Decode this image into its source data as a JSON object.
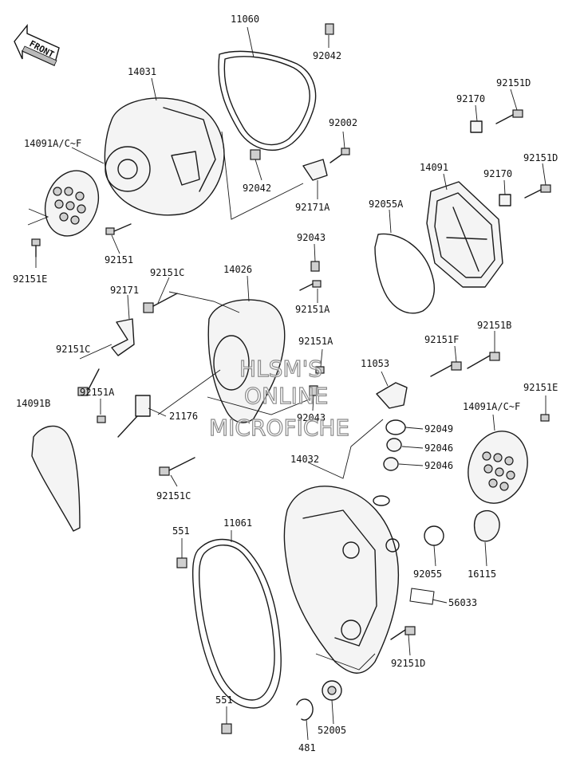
{
  "front_arrow": {
    "label": "FRONT"
  },
  "labels": {
    "l11060": "11060",
    "l92042a": "92042",
    "l14031": "14031",
    "l14091acf_top": "14091A/C~F",
    "l92042b": "92042",
    "l92002": "92002",
    "l92171a": "92171A",
    "l92151": "92151",
    "l92151e_left": "92151E",
    "l92151d_top": "92151D",
    "l92170_top": "92170",
    "l14091": "14091",
    "l92151d_mid": "92151D",
    "l92170_mid": "92170",
    "l92055a": "92055A",
    "l92043_top": "92043",
    "l14026": "14026",
    "l92151c_top": "92151C",
    "l92171": "92171",
    "l92151a_a": "92151A",
    "l92151a_b": "92151A",
    "l92151c_left": "92151C",
    "l92151a_c": "92151A",
    "l92151b": "92151B",
    "l92151f": "92151F",
    "l11053": "11053",
    "l92043_mid": "92043",
    "l21176": "21176",
    "l14091b": "14091B",
    "l92151e_right": "92151E",
    "l14091acf_right": "14091A/C~F",
    "l92049": "92049",
    "l92046a": "92046",
    "l92046b": "92046",
    "l14032": "14032",
    "l92151c_bottom": "92151C",
    "l551_top": "551",
    "l11061": "11061",
    "l92055": "92055",
    "l16115": "16115",
    "l56033": "56033",
    "l92151d_bottom": "92151D",
    "l551_bottom": "551",
    "l52005": "52005",
    "l481": "481"
  },
  "watermark": {
    "line1": "HLSM'S",
    "line2": "ONLINE",
    "line3": "MICROFICHE"
  }
}
